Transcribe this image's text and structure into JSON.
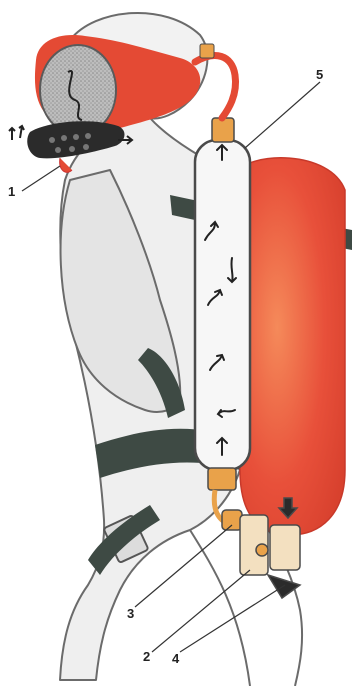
{
  "figure": {
    "callouts": [
      {
        "id": "1",
        "label": "1"
      },
      {
        "id": "2",
        "label": "2"
      },
      {
        "id": "3",
        "label": "3"
      },
      {
        "id": "4",
        "label": "4"
      },
      {
        "id": "5",
        "label": "5"
      }
    ]
  },
  "colors": {
    "paper": "#ffffff",
    "outline": "#6b6b6b",
    "body_shade": "#e6e6e6",
    "cylinder": "#e8503a",
    "cylinder_highlight": "#f58a5a",
    "mask_red": "#e44a34",
    "mask_lens": "#b8b8b8",
    "valve_dark": "#2b2b2b",
    "tube_body": "#f7f7f7",
    "strap": "#3e4a44",
    "fitting": "#e9a24a",
    "arrow": "#222222"
  }
}
